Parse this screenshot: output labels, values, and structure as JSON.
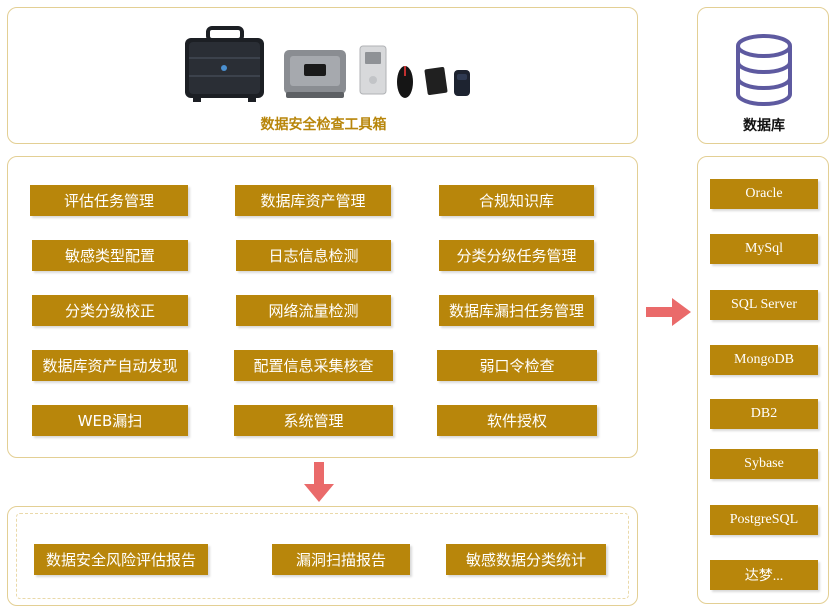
{
  "toolbox": {
    "title": "数据安全检查工具箱",
    "devices": [
      "briefcase-image",
      "rugged-laptop-image",
      "usb-drive-image",
      "mouse-image",
      "notebook-image",
      "power-bank-image"
    ]
  },
  "features": [
    "评估任务管理",
    "数据库资产管理",
    "合规知识库",
    "敏感类型配置",
    "日志信息检测",
    "分类分级任务管理",
    "分类分级校正",
    "网络流量检测",
    "数据库漏扫任务管理",
    "数据库资产自动发现",
    "配置信息采集核查",
    "弱口令检查",
    "WEB漏扫",
    "系统管理",
    "软件授权"
  ],
  "reports": [
    "数据安全风险评估报告",
    "漏洞扫描报告",
    "敏感数据分类统计"
  ],
  "database": {
    "title": "数据库",
    "icon": "database-icon",
    "items": [
      "Oracle",
      "MySql",
      "SQL Server",
      "MongoDB",
      "DB2",
      "Sybase",
      "PostgreSQL",
      "达梦..."
    ]
  },
  "colors": {
    "box": "#b8860b",
    "border": "#e3cf94",
    "arrow": "#ea6a6a",
    "db_icon": "#5e5aa0"
  }
}
